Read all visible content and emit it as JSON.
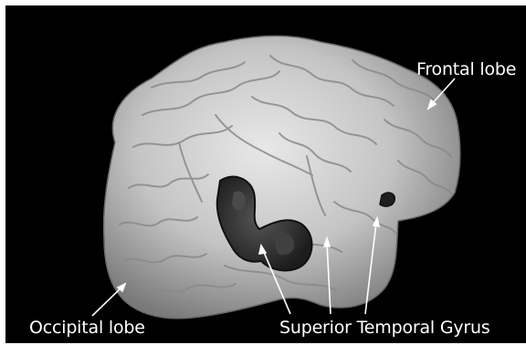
{
  "labels": {
    "frontal": "Frontal lobe",
    "occipital": "Occipital lobe",
    "superior_temporal_gyrus": "Superior Temporal Gyrus"
  },
  "colors": {
    "background": "#000000",
    "brain_surface": "#c9c9c9",
    "highlighted_region": "#2b2b2b",
    "label_text": "#ffffff"
  },
  "icons": [
    "brain-render",
    "arrow-pointer"
  ]
}
